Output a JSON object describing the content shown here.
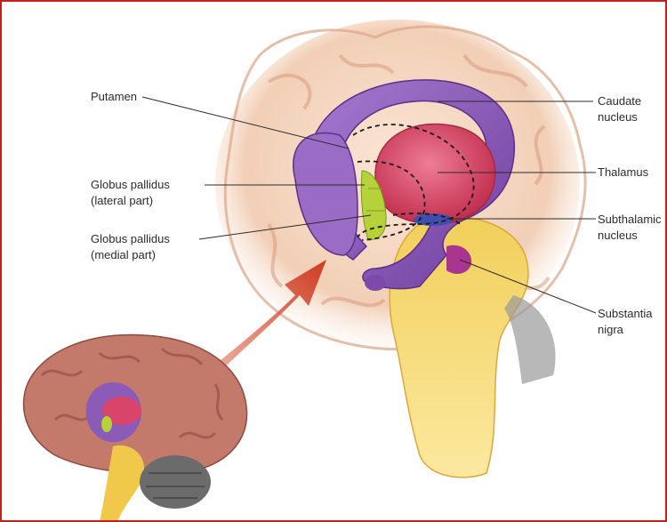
{
  "figure": {
    "border_color": "#c81e1e",
    "labels_left": [
      {
        "id": "putamen",
        "lines": [
          "Putamen"
        ]
      },
      {
        "id": "gp-lateral",
        "lines": [
          "Globus pallidus",
          "(lateral part)"
        ]
      },
      {
        "id": "gp-medial",
        "lines": [
          "Globus pallidus",
          "(medial part)"
        ]
      }
    ],
    "labels_right": [
      {
        "id": "caudate",
        "lines": [
          "Caudate",
          "nucleus"
        ]
      },
      {
        "id": "thalamus",
        "lines": [
          "Thalamus"
        ]
      },
      {
        "id": "subthalamic",
        "lines": [
          "Subthalamic",
          "nucleus"
        ]
      },
      {
        "id": "substantia",
        "lines": [
          "Substantia",
          "nigra"
        ]
      }
    ],
    "colors": {
      "cortex": "#f1cdb3",
      "caudate": "#8b5bb8",
      "thalamus": "#d9456a",
      "globus_pallidus": "#b5d23a",
      "subthalamic": "#3f4fb0",
      "substantia_nigra": "#a9358f",
      "brainstem": "#f0c94a",
      "arrow": "#d0412b",
      "small_brain": "#c47a6b",
      "cerebellum": "#6b6b6b"
    }
  }
}
